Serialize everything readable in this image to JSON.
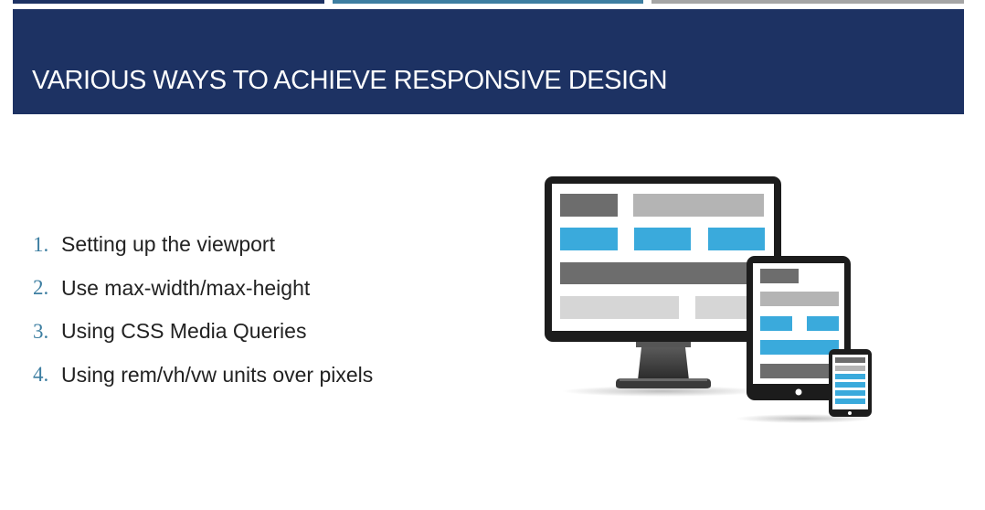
{
  "slide": {
    "title": "VARIOUS WAYS TO ACHIEVE RESPONSIVE DESIGN",
    "items": [
      {
        "number": "1.",
        "text": "Setting up the viewport"
      },
      {
        "number": "2.",
        "text": "Use max-width/max-height"
      },
      {
        "number": "3.",
        "text": "Using CSS Media Queries"
      },
      {
        "number": "4.",
        "text": "Using rem/vh/vw units over pixels"
      }
    ]
  },
  "colors": {
    "banner": "#1d3263",
    "bar_dark": "#1d3263",
    "bar_blue": "#3d7ea1",
    "bar_gray": "#a5a5a5",
    "accent_blue": "#3aaadc",
    "number_color": "#3d7ea1"
  },
  "icons": [
    "responsive-devices-icon"
  ]
}
